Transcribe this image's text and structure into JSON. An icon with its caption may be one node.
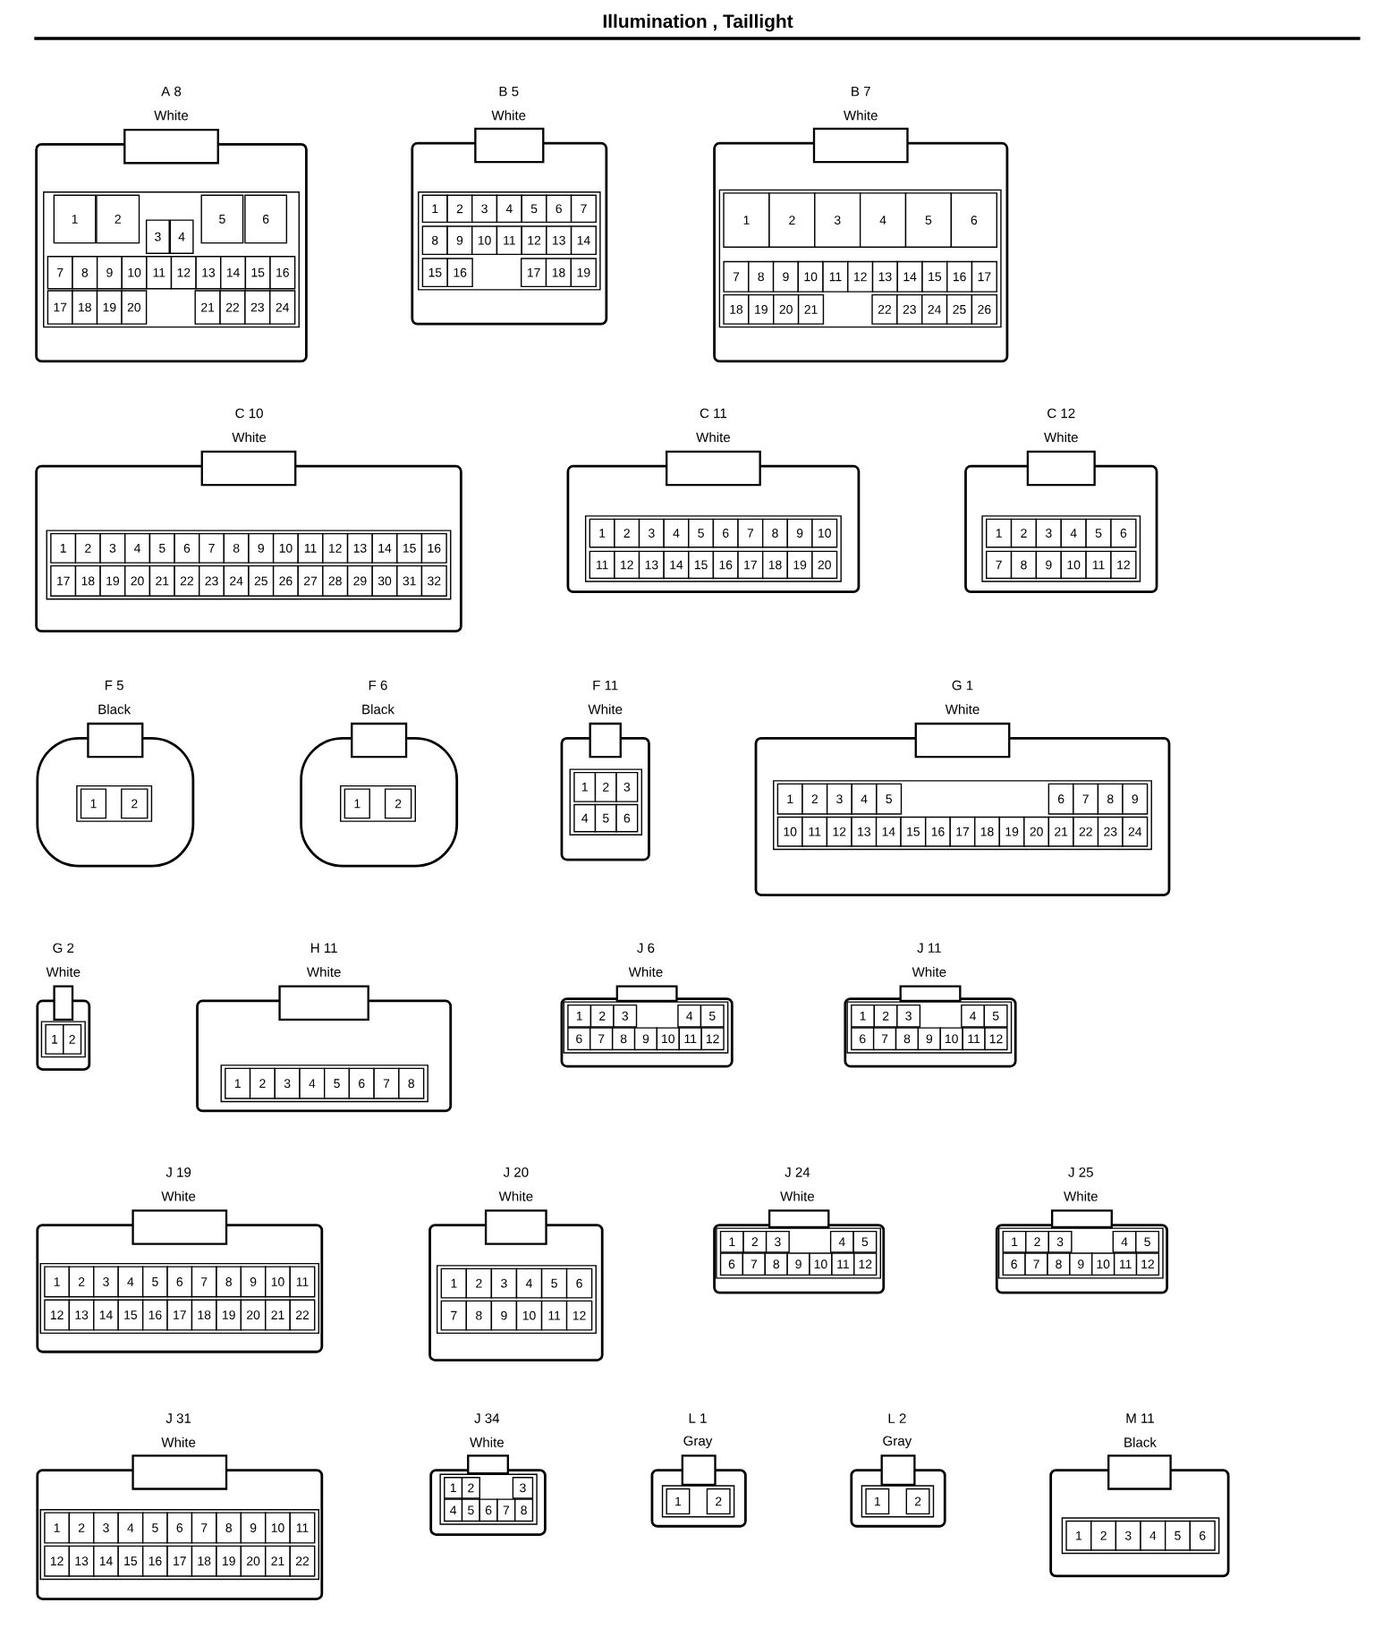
{
  "diagram": {
    "title": "Illumination , Taillight",
    "nodes": [
      {
        "text": [
          "A 8",
          "White"
        ]
      },
      {
        "text": [
          "1"
        ],
        "in": 0
      },
      {
        "text": [
          "2"
        ],
        "in": 0
      },
      {
        "text": [
          "3"
        ],
        "in": 0
      },
      {
        "text": [
          "4"
        ],
        "in": 0
      },
      {
        "text": [
          "5"
        ],
        "in": 0
      },
      {
        "text": [
          "6"
        ],
        "in": 0
      },
      {
        "text": [
          "7"
        ],
        "in": 0
      },
      {
        "text": [
          "8"
        ],
        "in": 0
      },
      {
        "text": [
          "9"
        ],
        "in": 0
      },
      {
        "text": [
          "10"
        ],
        "in": 0
      },
      {
        "text": [
          "11"
        ],
        "in": 0
      },
      {
        "text": [
          "12"
        ],
        "in": 0
      },
      {
        "text": [
          "13"
        ],
        "in": 0
      },
      {
        "text": [
          "14"
        ],
        "in": 0
      },
      {
        "text": [
          "15"
        ],
        "in": 0
      },
      {
        "text": [
          "16"
        ],
        "in": 0
      },
      {
        "text": [
          "17"
        ],
        "in": 0
      },
      {
        "text": [
          "18"
        ],
        "in": 0
      },
      {
        "text": [
          "19"
        ],
        "in": 0
      },
      {
        "text": [
          "20"
        ],
        "in": 0
      },
      {
        "text": [
          "21"
        ],
        "in": 0
      },
      {
        "text": [
          "22"
        ],
        "in": 0
      },
      {
        "text": [
          "23"
        ],
        "in": 0
      },
      {
        "text": [
          "24"
        ],
        "in": 0
      },
      {
        "text": [
          "B 5",
          "White"
        ]
      },
      {
        "text": [
          "1"
        ],
        "in": 25
      },
      {
        "text": [
          "2"
        ],
        "in": 25
      },
      {
        "text": [
          "3"
        ],
        "in": 25
      },
      {
        "text": [
          "4"
        ],
        "in": 25
      },
      {
        "text": [
          "5"
        ],
        "in": 25
      },
      {
        "text": [
          "6"
        ],
        "in": 25
      },
      {
        "text": [
          "7"
        ],
        "in": 25
      },
      {
        "text": [
          "8"
        ],
        "in": 25
      },
      {
        "text": [
          "9"
        ],
        "in": 25
      },
      {
        "text": [
          "10"
        ],
        "in": 25
      },
      {
        "text": [
          "11"
        ],
        "in": 25
      },
      {
        "text": [
          "12"
        ],
        "in": 25
      },
      {
        "text": [
          "13"
        ],
        "in": 25
      },
      {
        "text": [
          "14"
        ],
        "in": 25
      },
      {
        "text": [
          "15"
        ],
        "in": 25
      },
      {
        "text": [
          "16"
        ],
        "in": 25
      },
      {
        "text": [
          "17"
        ],
        "in": 25
      },
      {
        "text": [
          "18"
        ],
        "in": 25
      },
      {
        "text": [
          "19"
        ],
        "in": 25
      },
      {
        "text": [
          "B 7",
          "White"
        ]
      },
      {
        "text": [
          "1"
        ],
        "in": 45
      },
      {
        "text": [
          "2"
        ],
        "in": 45
      },
      {
        "text": [
          "3"
        ],
        "in": 45
      },
      {
        "text": [
          "4"
        ],
        "in": 45
      },
      {
        "text": [
          "5"
        ],
        "in": 45
      },
      {
        "text": [
          "6"
        ],
        "in": 45
      },
      {
        "text": [
          "7"
        ],
        "in": 45
      },
      {
        "text": [
          "8"
        ],
        "in": 45
      },
      {
        "text": [
          "9"
        ],
        "in": 45
      },
      {
        "text": [
          "10"
        ],
        "in": 45
      },
      {
        "text": [
          "11"
        ],
        "in": 45
      },
      {
        "text": [
          "12"
        ],
        "in": 45
      },
      {
        "text": [
          "13"
        ],
        "in": 45
      },
      {
        "text": [
          "14"
        ],
        "in": 45
      },
      {
        "text": [
          "15"
        ],
        "in": 45
      },
      {
        "text": [
          "16"
        ],
        "in": 45
      },
      {
        "text": [
          "17"
        ],
        "in": 45
      },
      {
        "text": [
          "18"
        ],
        "in": 45
      },
      {
        "text": [
          "19"
        ],
        "in": 45
      },
      {
        "text": [
          "20"
        ],
        "in": 45
      },
      {
        "text": [
          "21"
        ],
        "in": 45
      },
      {
        "text": [
          "22"
        ],
        "in": 45
      },
      {
        "text": [
          "23"
        ],
        "in": 45
      },
      {
        "text": [
          "24"
        ],
        "in": 45
      },
      {
        "text": [
          "25"
        ],
        "in": 45
      },
      {
        "text": [
          "26"
        ],
        "in": 45
      },
      {
        "text": [
          "C 10",
          "White"
        ]
      },
      {
        "text": [
          "1"
        ],
        "in": 72
      },
      {
        "text": [
          "2"
        ],
        "in": 72
      },
      {
        "text": [
          "3"
        ],
        "in": 72
      },
      {
        "text": [
          "4"
        ],
        "in": 72
      },
      {
        "text": [
          "5"
        ],
        "in": 72
      },
      {
        "text": [
          "6"
        ],
        "in": 72
      },
      {
        "text": [
          "7"
        ],
        "in": 72
      },
      {
        "text": [
          "8"
        ],
        "in": 72
      },
      {
        "text": [
          "9"
        ],
        "in": 72
      },
      {
        "text": [
          "10"
        ],
        "in": 72
      },
      {
        "text": [
          "11"
        ],
        "in": 72
      },
      {
        "text": [
          "12"
        ],
        "in": 72
      },
      {
        "text": [
          "13"
        ],
        "in": 72
      },
      {
        "text": [
          "14"
        ],
        "in": 72
      },
      {
        "text": [
          "15"
        ],
        "in": 72
      },
      {
        "text": [
          "16"
        ],
        "in": 72
      },
      {
        "text": [
          "17"
        ],
        "in": 72
      },
      {
        "text": [
          "18"
        ],
        "in": 72
      },
      {
        "text": [
          "19"
        ],
        "in": 72
      },
      {
        "text": [
          "20"
        ],
        "in": 72
      },
      {
        "text": [
          "21"
        ],
        "in": 72
      },
      {
        "text": [
          "22"
        ],
        "in": 72
      },
      {
        "text": [
          "23"
        ],
        "in": 72
      },
      {
        "text": [
          "24"
        ],
        "in": 72
      },
      {
        "text": [
          "25"
        ],
        "in": 72
      },
      {
        "text": [
          "26"
        ],
        "in": 72
      },
      {
        "text": [
          "27"
        ],
        "in": 72
      },
      {
        "text": [
          "28"
        ],
        "in": 72
      },
      {
        "text": [
          "29"
        ],
        "in": 72
      },
      {
        "text": [
          "30"
        ],
        "in": 72
      },
      {
        "text": [
          "31"
        ],
        "in": 72
      },
      {
        "text": [
          "32"
        ],
        "in": 72
      },
      {
        "text": [
          "C 11",
          "White"
        ]
      },
      {
        "text": [
          "1"
        ],
        "in": 105
      },
      {
        "text": [
          "2"
        ],
        "in": 105
      },
      {
        "text": [
          "3"
        ],
        "in": 105
      },
      {
        "text": [
          "4"
        ],
        "in": 105
      },
      {
        "text": [
          "5"
        ],
        "in": 105
      },
      {
        "text": [
          "6"
        ],
        "in": 105
      },
      {
        "text": [
          "7"
        ],
        "in": 105
      },
      {
        "text": [
          "8"
        ],
        "in": 105
      },
      {
        "text": [
          "9"
        ],
        "in": 105
      },
      {
        "text": [
          "10"
        ],
        "in": 105
      },
      {
        "text": [
          "11"
        ],
        "in": 105
      },
      {
        "text": [
          "12"
        ],
        "in": 105
      },
      {
        "text": [
          "13"
        ],
        "in": 105
      },
      {
        "text": [
          "14"
        ],
        "in": 105
      },
      {
        "text": [
          "15"
        ],
        "in": 105
      },
      {
        "text": [
          "16"
        ],
        "in": 105
      },
      {
        "text": [
          "17"
        ],
        "in": 105
      },
      {
        "text": [
          "18"
        ],
        "in": 105
      },
      {
        "text": [
          "19"
        ],
        "in": 105
      },
      {
        "text": [
          "20"
        ],
        "in": 105
      },
      {
        "text": [
          "C 12",
          "White"
        ]
      },
      {
        "text": [
          "1"
        ],
        "in": 126
      },
      {
        "text": [
          "2"
        ],
        "in": 126
      },
      {
        "text": [
          "3"
        ],
        "in": 126
      },
      {
        "text": [
          "4"
        ],
        "in": 126
      },
      {
        "text": [
          "5"
        ],
        "in": 126
      },
      {
        "text": [
          "6"
        ],
        "in": 126
      },
      {
        "text": [
          "7"
        ],
        "in": 126
      },
      {
        "text": [
          "8"
        ],
        "in": 126
      },
      {
        "text": [
          "9"
        ],
        "in": 126
      },
      {
        "text": [
          "10"
        ],
        "in": 126
      },
      {
        "text": [
          "11"
        ],
        "in": 126
      },
      {
        "text": [
          "12"
        ],
        "in": 126
      },
      {
        "text": [
          "F 5",
          "Black"
        ]
      },
      {
        "text": [
          "1"
        ],
        "in": 139
      },
      {
        "text": [
          "2"
        ],
        "in": 139
      },
      {
        "text": [
          "F 6",
          "Black"
        ]
      },
      {
        "text": [
          "1"
        ],
        "in": 142
      },
      {
        "text": [
          "2"
        ],
        "in": 142
      },
      {
        "text": [
          "F 11",
          "White"
        ]
      },
      {
        "text": [
          "1"
        ],
        "in": 145
      },
      {
        "text": [
          "2"
        ],
        "in": 145
      },
      {
        "text": [
          "3"
        ],
        "in": 145
      },
      {
        "text": [
          "4"
        ],
        "in": 145
      },
      {
        "text": [
          "5"
        ],
        "in": 145
      },
      {
        "text": [
          "6"
        ],
        "in": 145
      },
      {
        "text": [
          "G 1",
          "White"
        ]
      },
      {
        "text": [
          "1"
        ],
        "in": 152
      },
      {
        "text": [
          "2"
        ],
        "in": 152
      },
      {
        "text": [
          "3"
        ],
        "in": 152
      },
      {
        "text": [
          "4"
        ],
        "in": 152
      },
      {
        "text": [
          "5"
        ],
        "in": 152
      },
      {
        "text": [
          "6"
        ],
        "in": 152
      },
      {
        "text": [
          "7"
        ],
        "in": 152
      },
      {
        "text": [
          "8"
        ],
        "in": 152
      },
      {
        "text": [
          "9"
        ],
        "in": 152
      },
      {
        "text": [
          "10"
        ],
        "in": 152
      },
      {
        "text": [
          "11"
        ],
        "in": 152
      },
      {
        "text": [
          "12"
        ],
        "in": 152
      },
      {
        "text": [
          "13"
        ],
        "in": 152
      },
      {
        "text": [
          "14"
        ],
        "in": 152
      },
      {
        "text": [
          "15"
        ],
        "in": 152
      },
      {
        "text": [
          "16"
        ],
        "in": 152
      },
      {
        "text": [
          "17"
        ],
        "in": 152
      },
      {
        "text": [
          "18"
        ],
        "in": 152
      },
      {
        "text": [
          "19"
        ],
        "in": 152
      },
      {
        "text": [
          "20"
        ],
        "in": 152
      },
      {
        "text": [
          "21"
        ],
        "in": 152
      },
      {
        "text": [
          "22"
        ],
        "in": 152
      },
      {
        "text": [
          "23"
        ],
        "in": 152
      },
      {
        "text": [
          "24"
        ],
        "in": 152
      },
      {
        "text": [
          "G 2",
          "White"
        ]
      },
      {
        "text": [
          "1"
        ],
        "in": 177
      },
      {
        "text": [
          "2"
        ],
        "in": 177
      },
      {
        "text": [
          "H 11",
          "White"
        ]
      },
      {
        "text": [
          "1"
        ],
        "in": 180
      },
      {
        "text": [
          "2"
        ],
        "in": 180
      },
      {
        "text": [
          "3"
        ],
        "in": 180
      },
      {
        "text": [
          "4"
        ],
        "in": 180
      },
      {
        "text": [
          "5"
        ],
        "in": 180
      },
      {
        "text": [
          "6"
        ],
        "in": 180
      },
      {
        "text": [
          "7"
        ],
        "in": 180
      },
      {
        "text": [
          "8"
        ],
        "in": 180
      },
      {
        "text": [
          "J 6",
          "White"
        ]
      },
      {
        "text": [
          "1"
        ],
        "in": 189
      },
      {
        "text": [
          "2"
        ],
        "in": 189
      },
      {
        "text": [
          "3"
        ],
        "in": 189
      },
      {
        "text": [
          "4"
        ],
        "in": 189
      },
      {
        "text": [
          "5"
        ],
        "in": 189
      },
      {
        "text": [
          "6"
        ],
        "in": 189
      },
      {
        "text": [
          "7"
        ],
        "in": 189
      },
      {
        "text": [
          "8"
        ],
        "in": 189
      },
      {
        "text": [
          "9"
        ],
        "in": 189
      },
      {
        "text": [
          "10"
        ],
        "in": 189
      },
      {
        "text": [
          "11"
        ],
        "in": 189
      },
      {
        "text": [
          "12"
        ],
        "in": 189
      },
      {
        "text": [
          "J 11",
          "White"
        ]
      },
      {
        "text": [
          "1"
        ],
        "in": 202
      },
      {
        "text": [
          "2"
        ],
        "in": 202
      },
      {
        "text": [
          "3"
        ],
        "in": 202
      },
      {
        "text": [
          "4"
        ],
        "in": 202
      },
      {
        "text": [
          "5"
        ],
        "in": 202
      },
      {
        "text": [
          "6"
        ],
        "in": 202
      },
      {
        "text": [
          "7"
        ],
        "in": 202
      },
      {
        "text": [
          "8"
        ],
        "in": 202
      },
      {
        "text": [
          "9"
        ],
        "in": 202
      },
      {
        "text": [
          "10"
        ],
        "in": 202
      },
      {
        "text": [
          "11"
        ],
        "in": 202
      },
      {
        "text": [
          "12"
        ],
        "in": 202
      },
      {
        "text": [
          "J 19",
          "White"
        ]
      },
      {
        "text": [
          "1"
        ],
        "in": 215
      },
      {
        "text": [
          "2"
        ],
        "in": 215
      },
      {
        "text": [
          "3"
        ],
        "in": 215
      },
      {
        "text": [
          "4"
        ],
        "in": 215
      },
      {
        "text": [
          "5"
        ],
        "in": 215
      },
      {
        "text": [
          "6"
        ],
        "in": 215
      },
      {
        "text": [
          "7"
        ],
        "in": 215
      },
      {
        "text": [
          "8"
        ],
        "in": 215
      },
      {
        "text": [
          "9"
        ],
        "in": 215
      },
      {
        "text": [
          "10"
        ],
        "in": 215
      },
      {
        "text": [
          "11"
        ],
        "in": 215
      },
      {
        "text": [
          "12"
        ],
        "in": 215
      },
      {
        "text": [
          "13"
        ],
        "in": 215
      },
      {
        "text": [
          "14"
        ],
        "in": 215
      },
      {
        "text": [
          "15"
        ],
        "in": 215
      },
      {
        "text": [
          "16"
        ],
        "in": 215
      },
      {
        "text": [
          "17"
        ],
        "in": 215
      },
      {
        "text": [
          "18"
        ],
        "in": 215
      },
      {
        "text": [
          "19"
        ],
        "in": 215
      },
      {
        "text": [
          "20"
        ],
        "in": 215
      },
      {
        "text": [
          "21"
        ],
        "in": 215
      },
      {
        "text": [
          "22"
        ],
        "in": 215
      },
      {
        "text": [
          "J 20",
          "White"
        ]
      },
      {
        "text": [
          "1"
        ],
        "in": 238
      },
      {
        "text": [
          "2"
        ],
        "in": 238
      },
      {
        "text": [
          "3"
        ],
        "in": 238
      },
      {
        "text": [
          "4"
        ],
        "in": 238
      },
      {
        "text": [
          "5"
        ],
        "in": 238
      },
      {
        "text": [
          "6"
        ],
        "in": 238
      },
      {
        "text": [
          "7"
        ],
        "in": 238
      },
      {
        "text": [
          "8"
        ],
        "in": 238
      },
      {
        "text": [
          "9"
        ],
        "in": 238
      },
      {
        "text": [
          "10"
        ],
        "in": 238
      },
      {
        "text": [
          "11"
        ],
        "in": 238
      },
      {
        "text": [
          "12"
        ],
        "in": 238
      },
      {
        "text": [
          "J 24",
          "White"
        ]
      },
      {
        "text": [
          "1"
        ],
        "in": 251
      },
      {
        "text": [
          "2"
        ],
        "in": 251
      },
      {
        "text": [
          "3"
        ],
        "in": 251
      },
      {
        "text": [
          "4"
        ],
        "in": 251
      },
      {
        "text": [
          "5"
        ],
        "in": 251
      },
      {
        "text": [
          "6"
        ],
        "in": 251
      },
      {
        "text": [
          "7"
        ],
        "in": 251
      },
      {
        "text": [
          "8"
        ],
        "in": 251
      },
      {
        "text": [
          "9"
        ],
        "in": 251
      },
      {
        "text": [
          "10"
        ],
        "in": 251
      },
      {
        "text": [
          "11"
        ],
        "in": 251
      },
      {
        "text": [
          "12"
        ],
        "in": 251
      },
      {
        "text": [
          "J 25",
          "White"
        ]
      },
      {
        "text": [
          "1"
        ],
        "in": 264
      },
      {
        "text": [
          "2"
        ],
        "in": 264
      },
      {
        "text": [
          "3"
        ],
        "in": 264
      },
      {
        "text": [
          "4"
        ],
        "in": 264
      },
      {
        "text": [
          "5"
        ],
        "in": 264
      },
      {
        "text": [
          "6"
        ],
        "in": 264
      },
      {
        "text": [
          "7"
        ],
        "in": 264
      },
      {
        "text": [
          "8"
        ],
        "in": 264
      },
      {
        "text": [
          "9"
        ],
        "in": 264
      },
      {
        "text": [
          "10"
        ],
        "in": 264
      },
      {
        "text": [
          "11"
        ],
        "in": 264
      },
      {
        "text": [
          "12"
        ],
        "in": 264
      },
      {
        "text": [
          "J 31",
          "White"
        ]
      },
      {
        "text": [
          "1"
        ],
        "in": 277
      },
      {
        "text": [
          "2"
        ],
        "in": 277
      },
      {
        "text": [
          "3"
        ],
        "in": 277
      },
      {
        "text": [
          "4"
        ],
        "in": 277
      },
      {
        "text": [
          "5"
        ],
        "in": 277
      },
      {
        "text": [
          "6"
        ],
        "in": 277
      },
      {
        "text": [
          "7"
        ],
        "in": 277
      },
      {
        "text": [
          "8"
        ],
        "in": 277
      },
      {
        "text": [
          "9"
        ],
        "in": 277
      },
      {
        "text": [
          "10"
        ],
        "in": 277
      },
      {
        "text": [
          "11"
        ],
        "in": 277
      },
      {
        "text": [
          "12"
        ],
        "in": 277
      },
      {
        "text": [
          "13"
        ],
        "in": 277
      },
      {
        "text": [
          "14"
        ],
        "in": 277
      },
      {
        "text": [
          "15"
        ],
        "in": 277
      },
      {
        "text": [
          "16"
        ],
        "in": 277
      },
      {
        "text": [
          "17"
        ],
        "in": 277
      },
      {
        "text": [
          "18"
        ],
        "in": 277
      },
      {
        "text": [
          "19"
        ],
        "in": 277
      },
      {
        "text": [
          "20"
        ],
        "in": 277
      },
      {
        "text": [
          "21"
        ],
        "in": 277
      },
      {
        "text": [
          "22"
        ],
        "in": 277
      },
      {
        "text": [
          "J 34",
          "White"
        ]
      },
      {
        "text": [
          "1"
        ],
        "in": 300
      },
      {
        "text": [
          "2"
        ],
        "in": 300
      },
      {
        "text": [
          "3"
        ],
        "in": 300
      },
      {
        "text": [
          "4"
        ],
        "in": 300
      },
      {
        "text": [
          "5"
        ],
        "in": 300
      },
      {
        "text": [
          "6"
        ],
        "in": 300
      },
      {
        "text": [
          "7"
        ],
        "in": 300
      },
      {
        "text": [
          "8"
        ],
        "in": 300
      },
      {
        "text": [
          "L 1",
          "Gray"
        ]
      },
      {
        "text": [
          "1"
        ],
        "in": 309
      },
      {
        "text": [
          "2"
        ],
        "in": 309
      },
      {
        "text": [
          "L 2",
          "Gray"
        ]
      },
      {
        "text": [
          "1"
        ],
        "in": 312
      },
      {
        "text": [
          "2"
        ],
        "in": 312
      },
      {
        "text": [
          "M 11",
          "Black"
        ]
      },
      {
        "text": [
          "1"
        ],
        "in": 315
      },
      {
        "text": [
          "2"
        ],
        "in": 315
      },
      {
        "text": [
          "3"
        ],
        "in": 315
      },
      {
        "text": [
          "4"
        ],
        "in": 315
      },
      {
        "text": [
          "5"
        ],
        "in": 315
      },
      {
        "text": [
          "6"
        ],
        "in": 315
      }
    ]
  }
}
